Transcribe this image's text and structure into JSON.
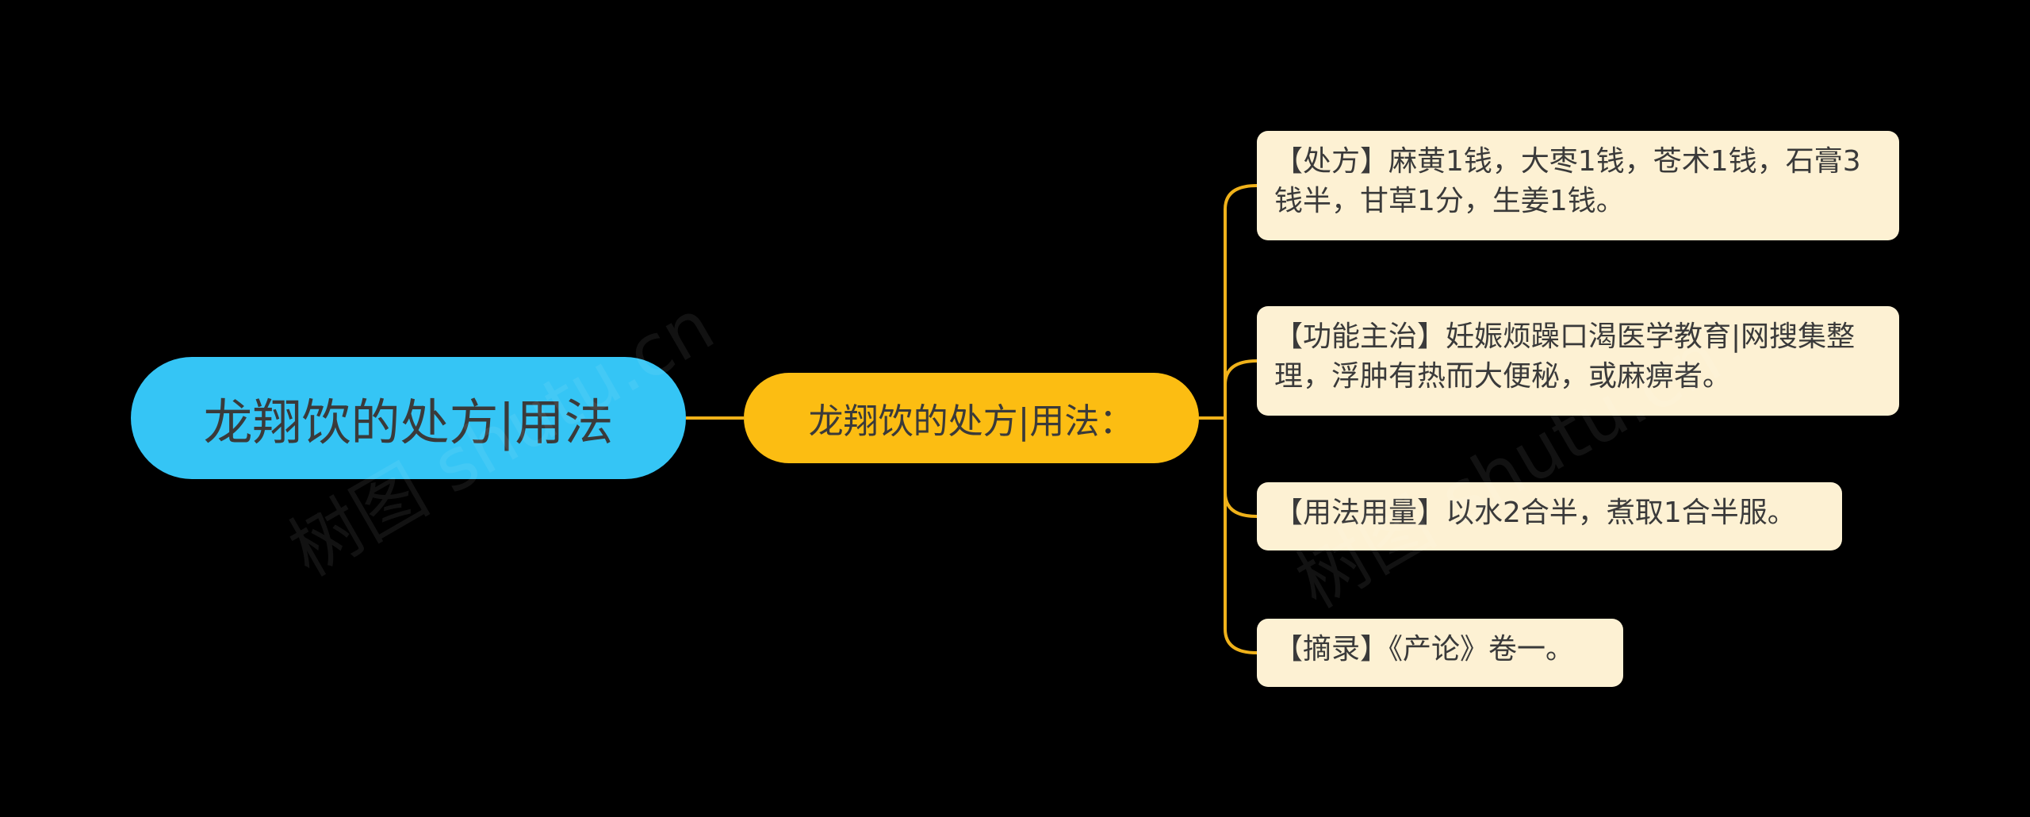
{
  "root": {
    "label": "龙翔饮的处方|用法"
  },
  "branch": {
    "label": "龙翔饮的处方|用法："
  },
  "leaves": [
    {
      "text": "【处方】麻黄1钱，大枣1钱，苍术1钱，石膏3钱半，甘草1分，生姜1钱。"
    },
    {
      "text": "【功能主治】妊娠烦躁口渴医学教育|网搜集整理，浮肿有热而大便秘，或麻痹者。"
    },
    {
      "text": "【用法用量】以水2合半，煮取1合半服。"
    },
    {
      "text": "【摘录】《产论》卷一。"
    }
  ],
  "watermarks": [
    "树图 shutu.cn",
    "树图 shutu.cn"
  ],
  "colors": {
    "background": "#000000",
    "root": "#35c5f5",
    "branch": "#fcbd12",
    "leaf": "#fdf1d3",
    "connector": "#f0b21a"
  }
}
